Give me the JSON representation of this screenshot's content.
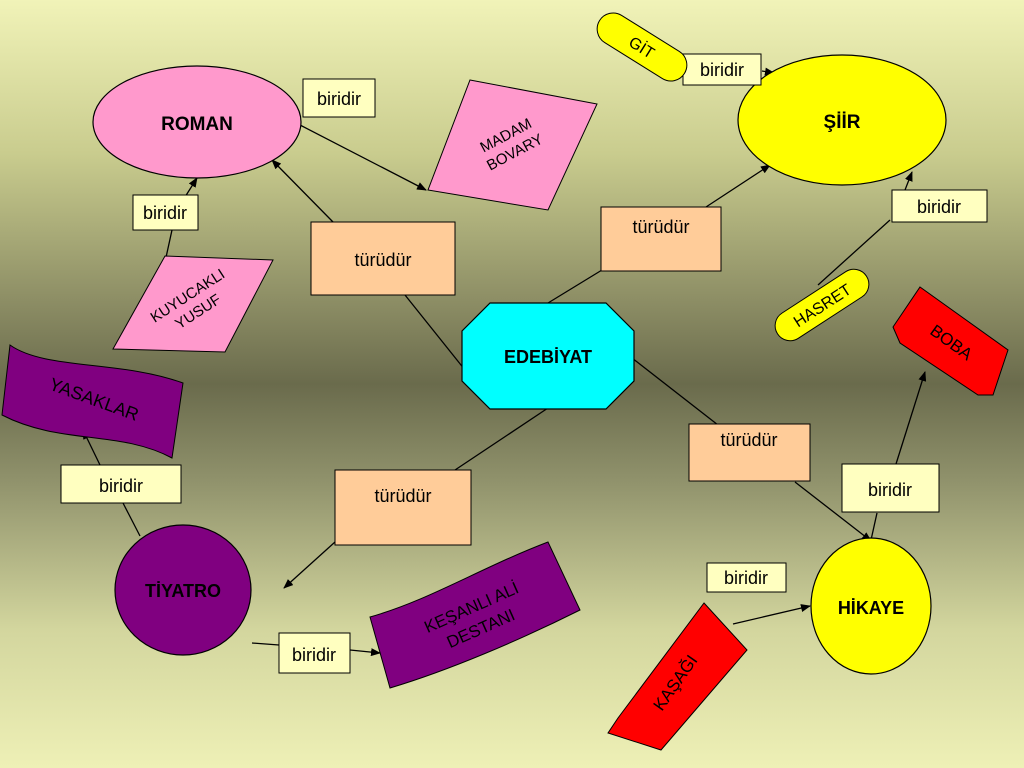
{
  "center": "EDEBİYAT",
  "genres": {
    "roman": "ROMAN",
    "siir": "ŞİİR",
    "tiyatro": "TİYATRO",
    "hikaye": "HİKAYE"
  },
  "relations": {
    "type_of": "türüdür",
    "one_of": "biridir"
  },
  "works": {
    "madam_bovary": [
      "MADAM",
      "BOVARY"
    ],
    "kuyucakli_yusuf": [
      "KUYUCAKLI",
      "YUSUF"
    ],
    "git": "GİT",
    "hasret": "HASRET",
    "boba": "BOBA",
    "yasaklar": "YASAKLAR",
    "kesanli_ali": [
      "KEŞANLI ALİ",
      "DESTANI"
    ],
    "kasagi": "KAŞAĞI"
  },
  "colors": {
    "center": "#00ffff",
    "roman": "#ff99cc",
    "siir": "#ffff00",
    "tiyatro": "#800080",
    "hikaye": "#ffff00",
    "relation_turudur": "#ffcc99",
    "relation_biridir": "#ffffc0",
    "work_red": "#ff0000"
  }
}
